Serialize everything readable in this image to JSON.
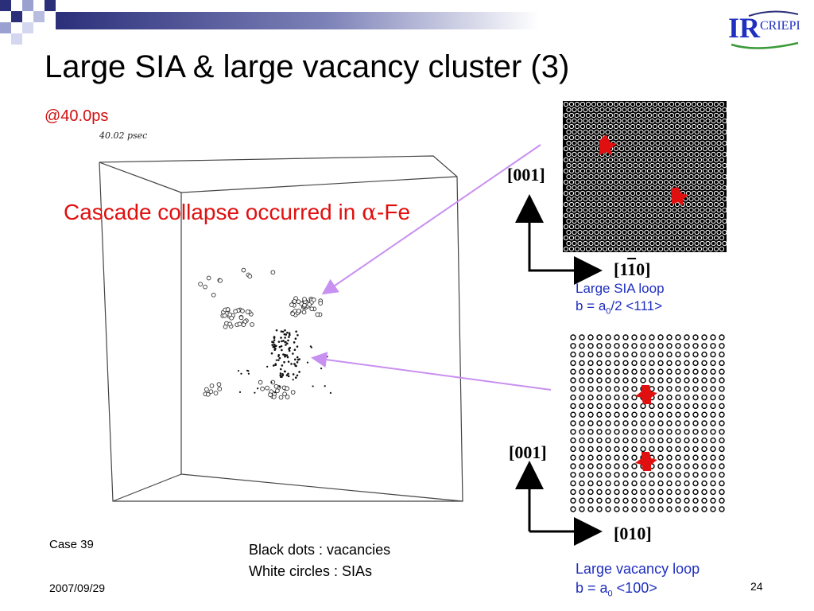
{
  "slide": {
    "title": "Large SIA & large vacancy cluster (3)",
    "subtitle": "@40.0ps",
    "sim_time_label": "40.02 psec",
    "callout": {
      "prefix": "Cascade collapse occurred in ",
      "symbol": "α",
      "suffix": "-Fe"
    },
    "logo": {
      "mark": "IR",
      "text": "CRIEPI"
    },
    "top_panel": {
      "vertical_axis": "[001]",
      "horizontal_axis_prefix": "[1",
      "horizontal_axis_bar": "1",
      "horizontal_axis_suffix": "0]",
      "caption_line1": "Large SIA loop",
      "caption_line2_prefix": "b = a",
      "caption_line2_sub": "0",
      "caption_line2_suffix": "/2 <111>"
    },
    "bottom_panel": {
      "vertical_axis": "[001]",
      "horizontal_axis": "[010]",
      "caption_line1": "Large vacancy loop",
      "caption_line2_prefix": "b = a",
      "caption_line2_sub": "0",
      "caption_line2_suffix": " <100>"
    },
    "legend": {
      "line1": "Black dots : vacancies",
      "line2": "White circles : SIAs"
    },
    "case_label": "Case 39",
    "date": "2007/09/29",
    "page_number": "24",
    "colors": {
      "title": "#000000",
      "accent_red": "#e01010",
      "caption_blue": "#1f2fbf",
      "arrow_violet": "#c890f0",
      "header_navy": "#2b2f7a"
    }
  }
}
